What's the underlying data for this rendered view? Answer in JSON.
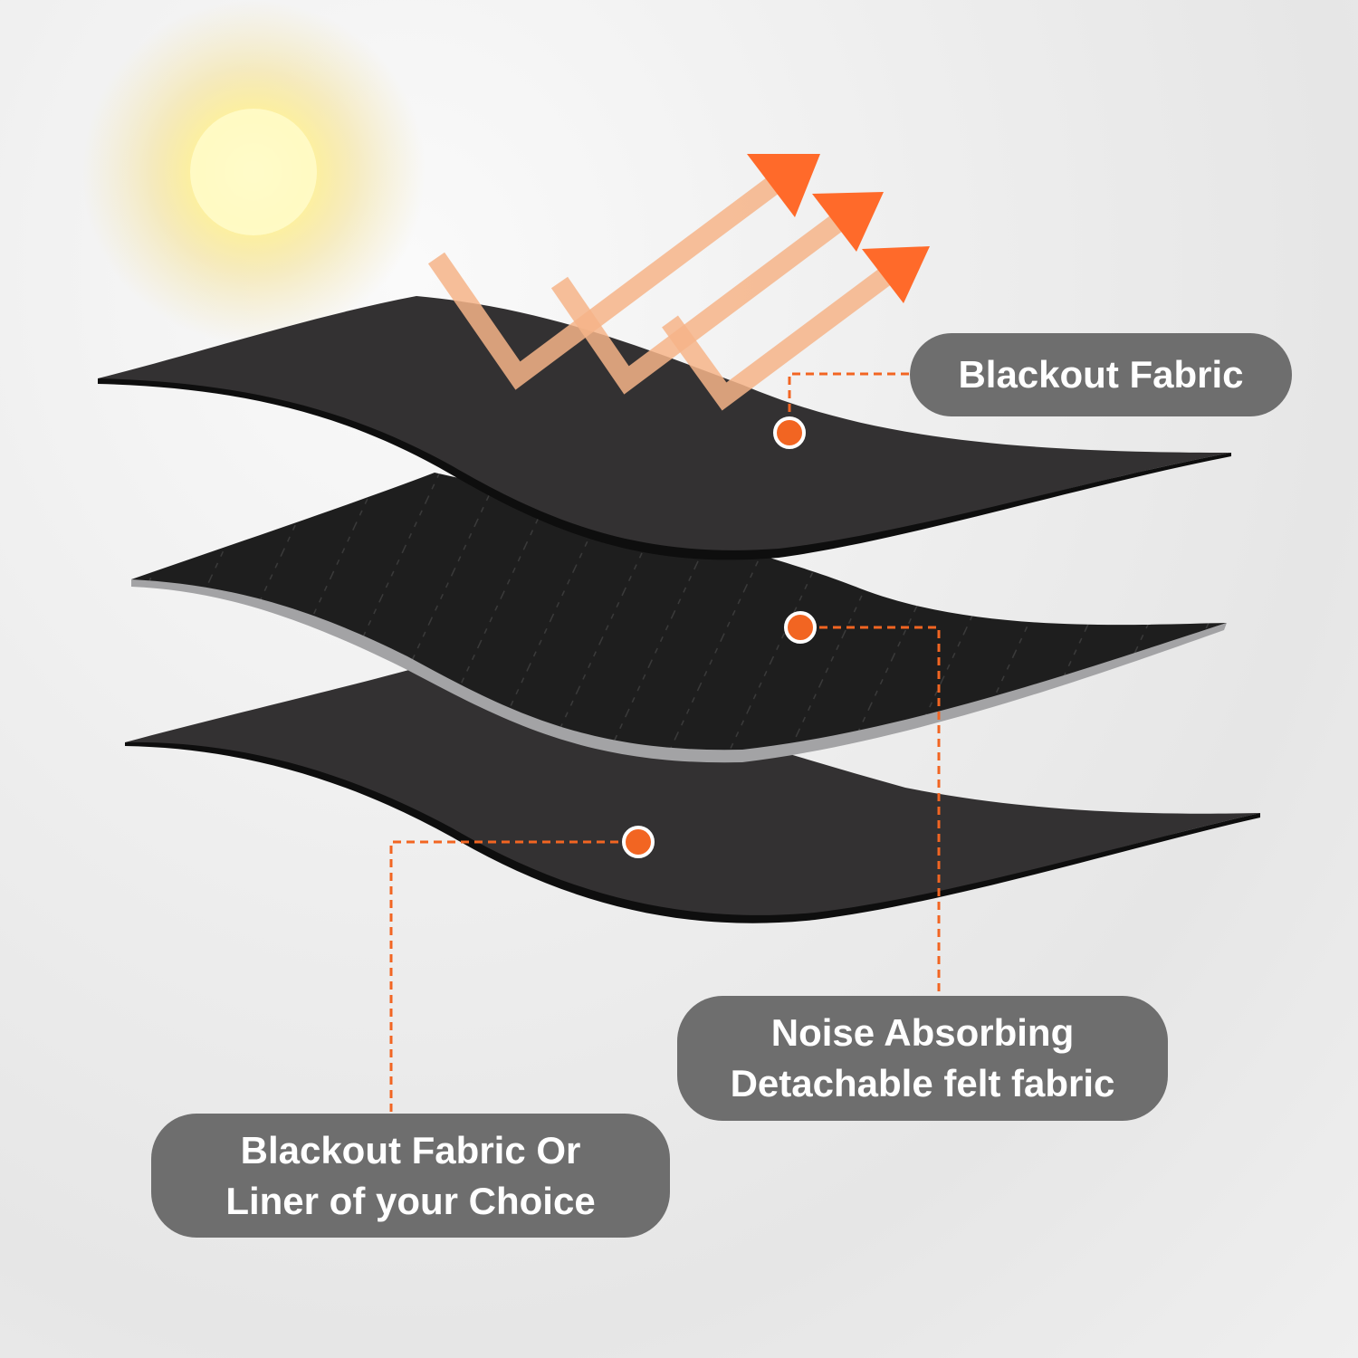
{
  "labels": {
    "top_layer": "Blackout Fabric",
    "middle_layer": [
      "Noise Absorbing",
      "Detachable felt fabric"
    ],
    "bottom_layer": [
      "Blackout Fabric Or",
      "Liner of your Choice"
    ]
  },
  "colors": {
    "accent": "#f26522",
    "fabric": "#333132",
    "pill": "#6e6e6e",
    "sun": "#fff6a0"
  },
  "icons": [
    "sun-icon",
    "reflected-light-arrow-icon"
  ]
}
